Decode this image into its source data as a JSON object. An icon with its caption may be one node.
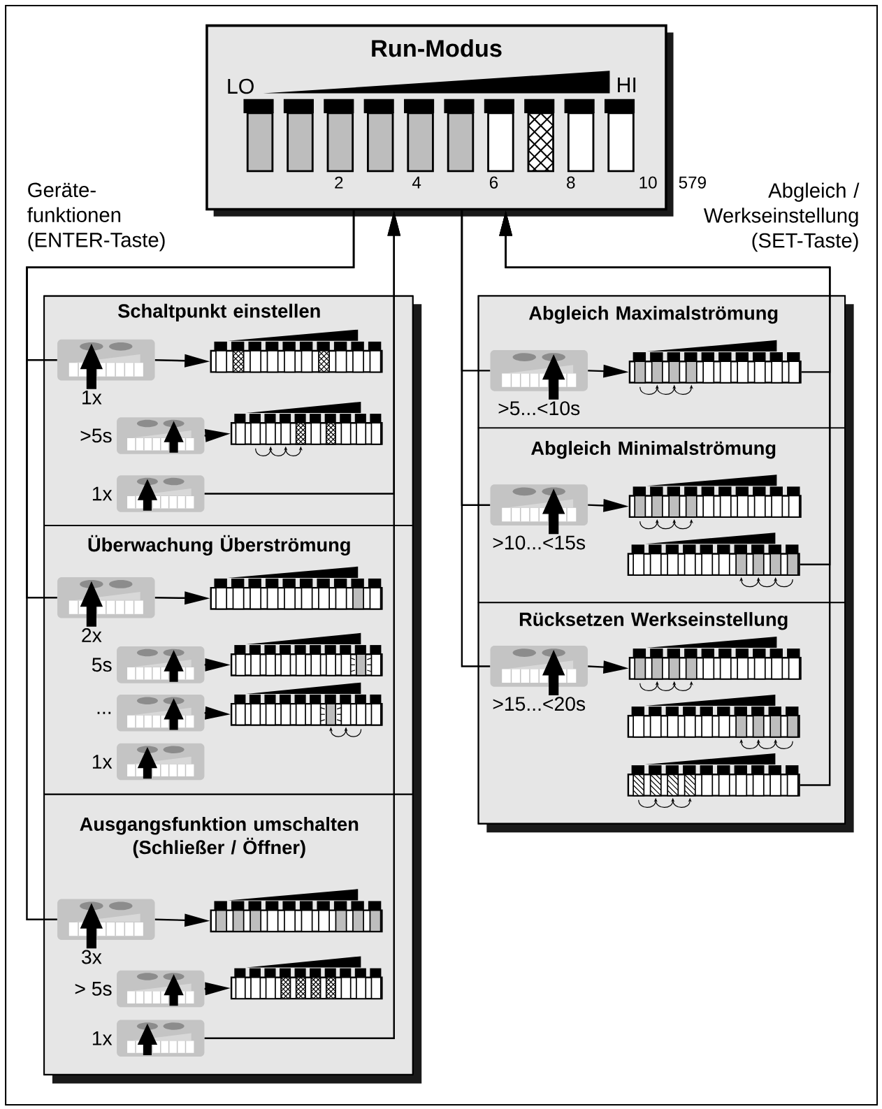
{
  "diagram": {
    "nodes": [
      {
        "text": [
          "Run-Modus"
        ],
        "beside": [
          "579"
        ]
      },
      {
        "text": [],
        "shape": "box"
      },
      {
        "text": [
          "Schaltpunkt einstellen"
        ],
        "in": 1
      },
      {
        "text": [
          "Überwachung Überströmung"
        ],
        "in": 1
      },
      {
        "text": [
          "Ausgangsfunktion umschalten (Schließer / Öffner)"
        ],
        "in": 1
      },
      {
        "text": [],
        "shape": "box"
      },
      {
        "text": [
          "Abgleich Maximalströmung"
        ],
        "in": 5
      },
      {
        "text": [
          "Abgleich Minimalströmung"
        ],
        "in": 5
      },
      {
        "text": [
          "Rücksetzen Werkseinstellung"
        ],
        "in": 5
      },
      {
        "text": [],
        "shape": "keypad",
        "in": 2,
        "beside": [
          "1x"
        ]
      },
      {
        "text": [],
        "shape": "display",
        "in": 2
      },
      {
        "text": [],
        "shape": "keypad",
        "in": 2,
        "beside": [
          ">5s"
        ]
      },
      {
        "text": [],
        "shape": "display",
        "in": 2
      },
      {
        "text": [],
        "shape": "keypad",
        "in": 2,
        "beside": [
          "1x"
        ]
      },
      {
        "text": [],
        "shape": "keypad",
        "in": 3,
        "beside": [
          "2x"
        ]
      },
      {
        "text": [],
        "shape": "display",
        "in": 3
      },
      {
        "text": [],
        "shape": "keypad",
        "in": 3,
        "beside": [
          "5s"
        ]
      },
      {
        "text": [],
        "shape": "display",
        "in": 3
      },
      {
        "text": [],
        "shape": "keypad",
        "in": 3,
        "beside": [
          "..."
        ]
      },
      {
        "text": [],
        "shape": "display",
        "in": 3
      },
      {
        "text": [],
        "shape": "keypad",
        "in": 3,
        "beside": [
          "1x"
        ]
      },
      {
        "text": [],
        "shape": "keypad",
        "in": 4,
        "beside": [
          "3x"
        ]
      },
      {
        "text": [],
        "shape": "display",
        "in": 4
      },
      {
        "text": [],
        "shape": "keypad",
        "in": 4,
        "beside": [
          "> 5s"
        ]
      },
      {
        "text": [],
        "shape": "display",
        "in": 4
      },
      {
        "text": [],
        "shape": "keypad",
        "in": 4,
        "beside": [
          "1x"
        ]
      },
      {
        "text": [],
        "shape": "keypad",
        "in": 6,
        "beside": [
          ">5...<10s"
        ]
      },
      {
        "text": [],
        "shape": "display",
        "in": 6
      },
      {
        "text": [],
        "shape": "keypad",
        "in": 7,
        "beside": [
          ">10...<15s"
        ]
      },
      {
        "text": [],
        "shape": "display",
        "in": 7
      },
      {
        "text": [],
        "shape": "display",
        "in": 7
      },
      {
        "text": [],
        "shape": "keypad",
        "in": 8,
        "beside": [
          ">15...<20s"
        ]
      },
      {
        "text": [],
        "shape": "display",
        "in": 8
      },
      {
        "text": [],
        "shape": "display",
        "in": 8
      },
      {
        "text": [],
        "shape": "display",
        "in": 8
      }
    ],
    "edges": [
      {
        "from": 0,
        "to": 9,
        "arrow": "none"
      },
      {
        "from": 0,
        "to": 14,
        "arrow": "none"
      },
      {
        "from": 0,
        "to": 21,
        "arrow": "none"
      },
      {
        "from": 9,
        "to": 10,
        "arrow": "to"
      },
      {
        "from": 11,
        "to": 12,
        "arrow": "to"
      },
      {
        "from": 13,
        "to": 0,
        "arrow": "to"
      },
      {
        "from": 14,
        "to": 15,
        "arrow": "to"
      },
      {
        "from": 16,
        "to": 17,
        "arrow": "to"
      },
      {
        "from": 18,
        "to": 19,
        "arrow": "to"
      },
      {
        "from": 21,
        "to": 22,
        "arrow": "to"
      },
      {
        "from": 23,
        "to": 24,
        "arrow": "to"
      },
      {
        "from": 25,
        "to": 0,
        "arrow": "to"
      },
      {
        "from": 0,
        "to": 26,
        "arrow": "none"
      },
      {
        "from": 0,
        "to": 28,
        "arrow": "none"
      },
      {
        "from": 0,
        "to": 31,
        "arrow": "none"
      },
      {
        "from": 26,
        "to": 27,
        "arrow": "to"
      },
      {
        "from": 27,
        "to": 0,
        "arrow": "to"
      },
      {
        "from": 28,
        "to": 29,
        "arrow": "to"
      },
      {
        "from": 30,
        "to": 0,
        "arrow": "to"
      },
      {
        "from": 31,
        "to": 32,
        "arrow": "to"
      },
      {
        "from": 34,
        "to": 0,
        "arrow": "to"
      }
    ],
    "labels": [
      "LO",
      "HI",
      "2",
      "4",
      "6",
      "8",
      "10",
      "Geräte- funktionen (ENTER-Taste)",
      "Abgleich / Werkseinstellung (SET-Taste)"
    ]
  }
}
